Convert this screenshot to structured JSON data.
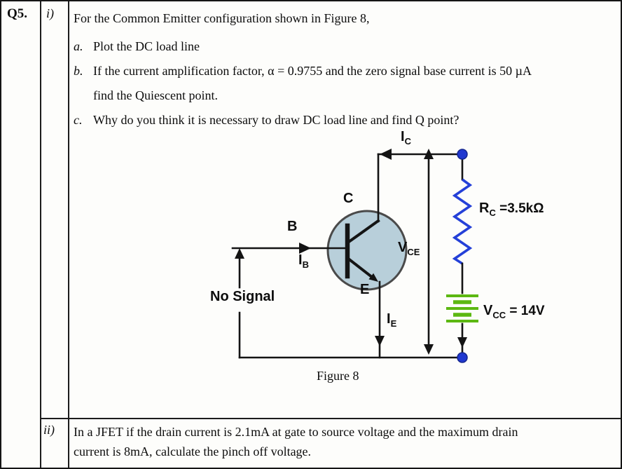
{
  "page": {
    "question_number": "Q5.",
    "part_i": {
      "label": "i)",
      "intro": "For the Common Emitter configuration shown in Figure 8,",
      "items": [
        {
          "label": "a.",
          "lines": [
            "Plot the DC load line"
          ]
        },
        {
          "label": "b.",
          "lines": [
            "If the current amplification factor, α = 0.9755 and the zero signal base current is 50 µA",
            "find the Quiescent point."
          ]
        },
        {
          "label": "c.",
          "lines": [
            "Why do you think it is necessary to draw DC load line and find Q point?"
          ]
        }
      ],
      "figure_caption": "Figure 8"
    },
    "part_ii": {
      "label": "ii)",
      "lines": [
        "In a JFET if the drain current is 2.1mA at gate to source voltage and the maximum drain",
        "current is 8mA, calculate the pinch off voltage."
      ]
    }
  },
  "circuit": {
    "labels": {
      "ic": {
        "main": "I",
        "sub": "C"
      },
      "ib": {
        "main": "I",
        "sub": "B"
      },
      "ie": {
        "main": "I",
        "sub": "E"
      },
      "vce": {
        "main": "V",
        "sub": "CE"
      },
      "rc": {
        "main": "R",
        "sub": "C",
        "value": " =3.5kΩ"
      },
      "vcc": {
        "main": "V",
        "sub": "CC",
        "value": " = 14V"
      },
      "terminal_b": "B",
      "terminal_c": "C",
      "terminal_e": "E",
      "no_signal": "No Signal"
    },
    "values": {
      "rc_resistance": "3.5kΩ",
      "vcc_supply": "14V"
    },
    "colors": {
      "wire": "#141414",
      "resistor": "#2440d8",
      "battery": "#5cb812",
      "node": "#2038d0",
      "transistor_fill": "#b8cfda"
    }
  }
}
